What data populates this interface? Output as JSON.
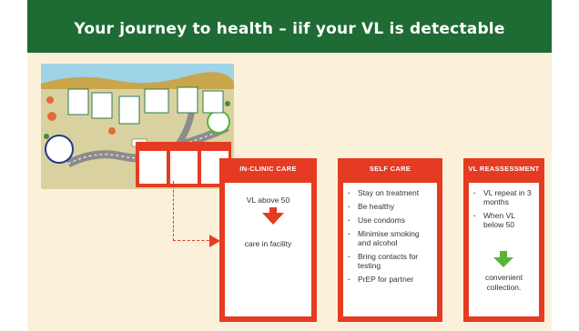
{
  "header": {
    "title": "Your journey to health – iif your VL is detectable"
  },
  "colors": {
    "header_bg": "#1e6b34",
    "card_red": "#e53b22",
    "arrow_green": "#5bb336",
    "slide_bg": "#fbf1da"
  },
  "map": {
    "icon": "journey-map-illustration"
  },
  "cards": [
    {
      "title": "IN-CLINIC CARE",
      "top_text": "VL above 50",
      "bottom_text": "care in facility",
      "icon": "red-down-arrow"
    },
    {
      "title": "SELF CARE",
      "items": [
        "Stay on treatment",
        "Be healthy",
        "Use condoms",
        "Minimise smoking and alcohol",
        "Bring contacts for testing",
        "PrEP for partner"
      ]
    },
    {
      "title": "VL REASSESSMENT",
      "items": [
        "VL repeat in 3 months",
        "When VL below 50"
      ],
      "bottom_text": "convenient collection.",
      "icon": "green-down-arrow"
    }
  ]
}
